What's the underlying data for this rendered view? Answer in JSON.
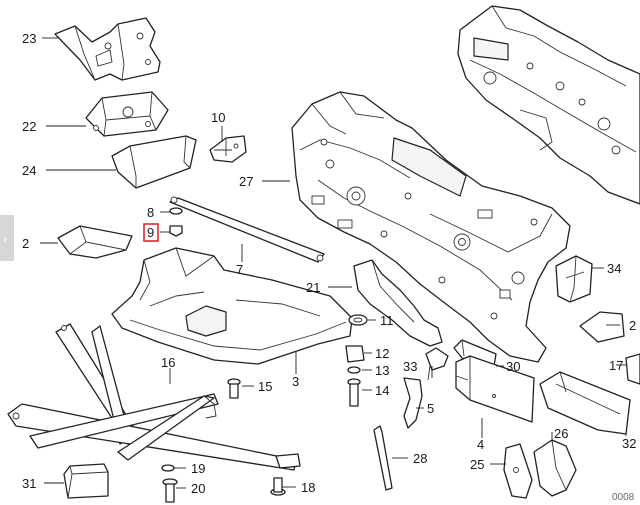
{
  "callouts": {
    "c23": "23",
    "c22": "22",
    "c24": "24",
    "c10": "10",
    "c27": "27",
    "c8": "8",
    "c9": "9",
    "c2": "2",
    "c7": "7",
    "c21": "21",
    "c11": "11",
    "c12": "12",
    "c13": "13",
    "c14": "14",
    "c33": "33",
    "c30": "30",
    "c34": "34",
    "c16": "16",
    "c15": "15",
    "c3": "3",
    "c5": "5",
    "c4": "4",
    "c17": "17",
    "c2r": "2",
    "c32": "32",
    "c26": "26",
    "c25": "25",
    "c28": "28",
    "c19": "19",
    "c20": "20",
    "c18": "18",
    "c31": "31"
  },
  "highlighted_callout": "9",
  "highlight_color": "#e0282c",
  "image_code": "0008",
  "left_tab_arrow": "›"
}
